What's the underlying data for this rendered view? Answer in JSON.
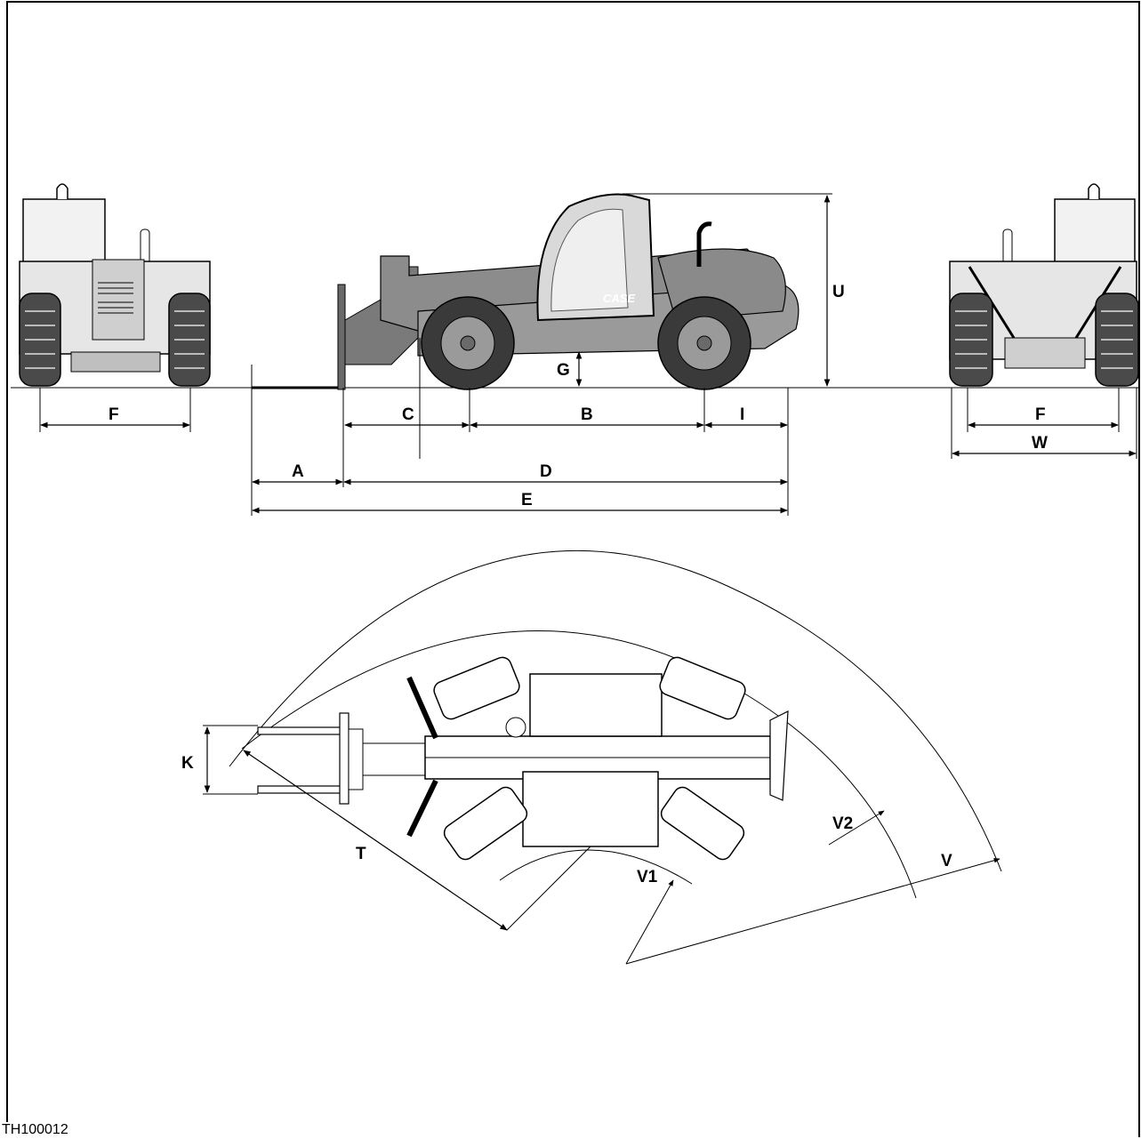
{
  "figure_code": "TH100012",
  "brand_logo": "CASE",
  "labels": {
    "A": "A",
    "B": "B",
    "C": "C",
    "D": "D",
    "E": "E",
    "F": "F",
    "F2": "F",
    "G": "G",
    "I": "I",
    "U": "U",
    "W": "W",
    "K": "K",
    "T": "T",
    "V": "V",
    "V1": "V1",
    "V2": "V2"
  },
  "colors": {
    "line": "#000000",
    "body_fill": "#8c8c8c",
    "tyre_fill": "#3a3a3a"
  }
}
